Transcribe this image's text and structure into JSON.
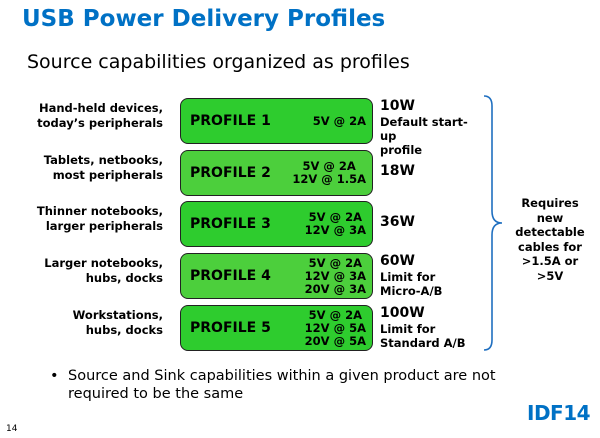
{
  "title": "USB Power Delivery Profiles",
  "subtitle": "Source capabilities organized as profiles",
  "profiles": [
    {
      "devices": [
        "Hand-held devices,",
        "today’s peripherals"
      ],
      "name": "PROFILE 1",
      "specs": [
        "5V @ 2A"
      ],
      "watts": "10W",
      "note": [
        "Default start-up",
        "profile"
      ]
    },
    {
      "devices": [
        "Tablets, netbooks,",
        "most peripherals"
      ],
      "name": "PROFILE 2",
      "specs": [
        "5V @ 2A",
        "12V @ 1.5A"
      ],
      "watts": "18W",
      "note": []
    },
    {
      "devices": [
        "Thinner notebooks,",
        "larger peripherals"
      ],
      "name": "PROFILE 3",
      "specs": [
        "5V @ 2A",
        "12V @ 3A"
      ],
      "watts": "36W",
      "note": []
    },
    {
      "devices": [
        "Larger notebooks,",
        "hubs, docks"
      ],
      "name": "PROFILE 4",
      "specs": [
        "5V @ 2A",
        "12V @ 3A",
        "20V @ 3A"
      ],
      "watts": "60W",
      "note": [
        "Limit for",
        "Micro-A/B"
      ]
    },
    {
      "devices": [
        "Workstations,",
        "hubs, docks"
      ],
      "name": "PROFILE 5",
      "specs": [
        "5V @ 2A",
        "12V @ 5A",
        "20V @ 5A"
      ],
      "watts": "100W",
      "note": [
        "Limit for",
        "Standard A/B"
      ]
    }
  ],
  "requirement": [
    "Requires",
    "new",
    "detectable",
    "cables for",
    ">1.5A or",
    ">5V"
  ],
  "bullet": [
    "Source and Sink capabilities within a given product are not",
    "required to be the same"
  ],
  "page_number": "14",
  "logo": "IDF14"
}
